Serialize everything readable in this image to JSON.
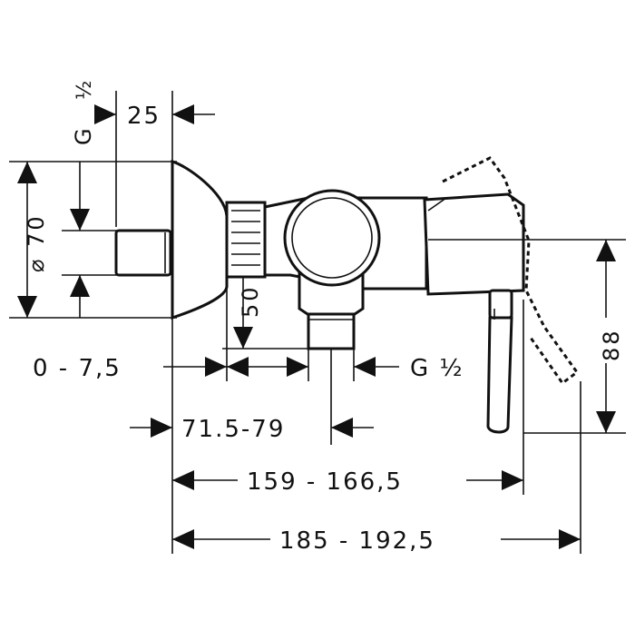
{
  "diagram": {
    "labels": {
      "thread_top_g": "G",
      "thread_top_half": "½",
      "dim_25": "25",
      "dim_diameter": "⌀ 70",
      "dim_50": "50",
      "dim_0_75": "0 - 7,5",
      "thread_bottom": "G ½",
      "dim_71_79": "71.5-79",
      "dim_159": "159 - 166,5",
      "dim_185": "185 - 192,5",
      "dim_88": "88"
    }
  }
}
